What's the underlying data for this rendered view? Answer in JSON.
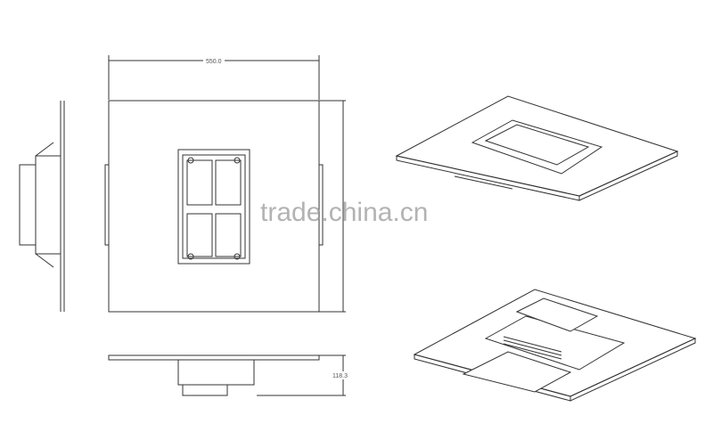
{
  "dimensions": {
    "width_label": "550.0",
    "height_label": "118.3"
  },
  "watermark": "trade.china.cn",
  "colors": {
    "line": "#333333",
    "watermark": "#9a9a9a"
  }
}
